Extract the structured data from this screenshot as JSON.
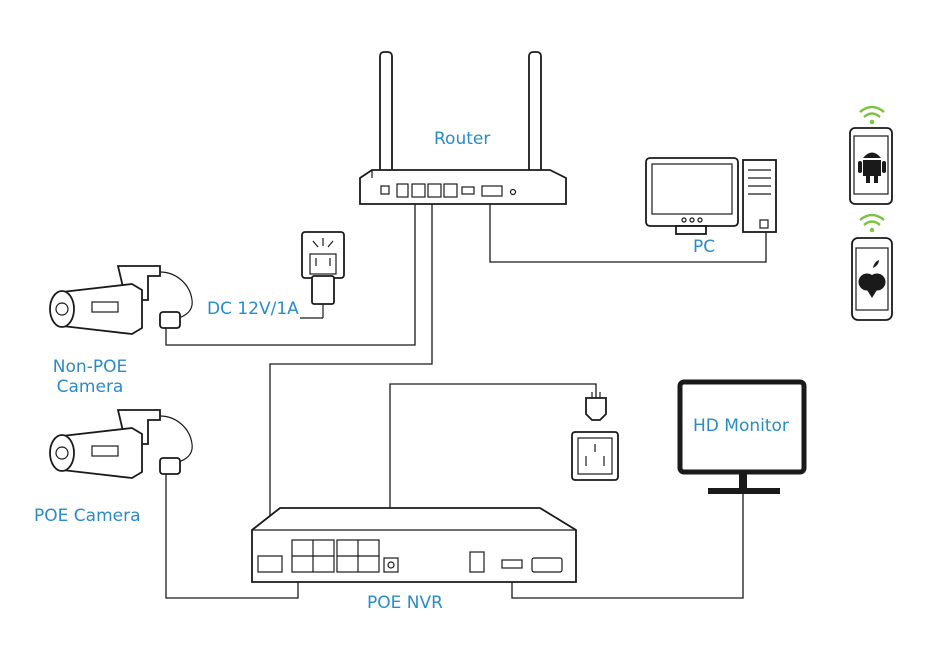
{
  "labels": {
    "router": "Router",
    "pc": "PC",
    "dc_adapter": "DC 12V/1A",
    "non_poe_camera": "Non-POE\nCamera",
    "poe_camera": "POE Camera",
    "poe_nvr": "POE NVR",
    "hd_monitor": "HD Monitor"
  },
  "colors": {
    "label": "#2a8bc9",
    "line": "#1a1a1a",
    "wifi": "#7cc243"
  },
  "icons": [
    "android-icon",
    "apple-icon",
    "wifi-icon"
  ]
}
